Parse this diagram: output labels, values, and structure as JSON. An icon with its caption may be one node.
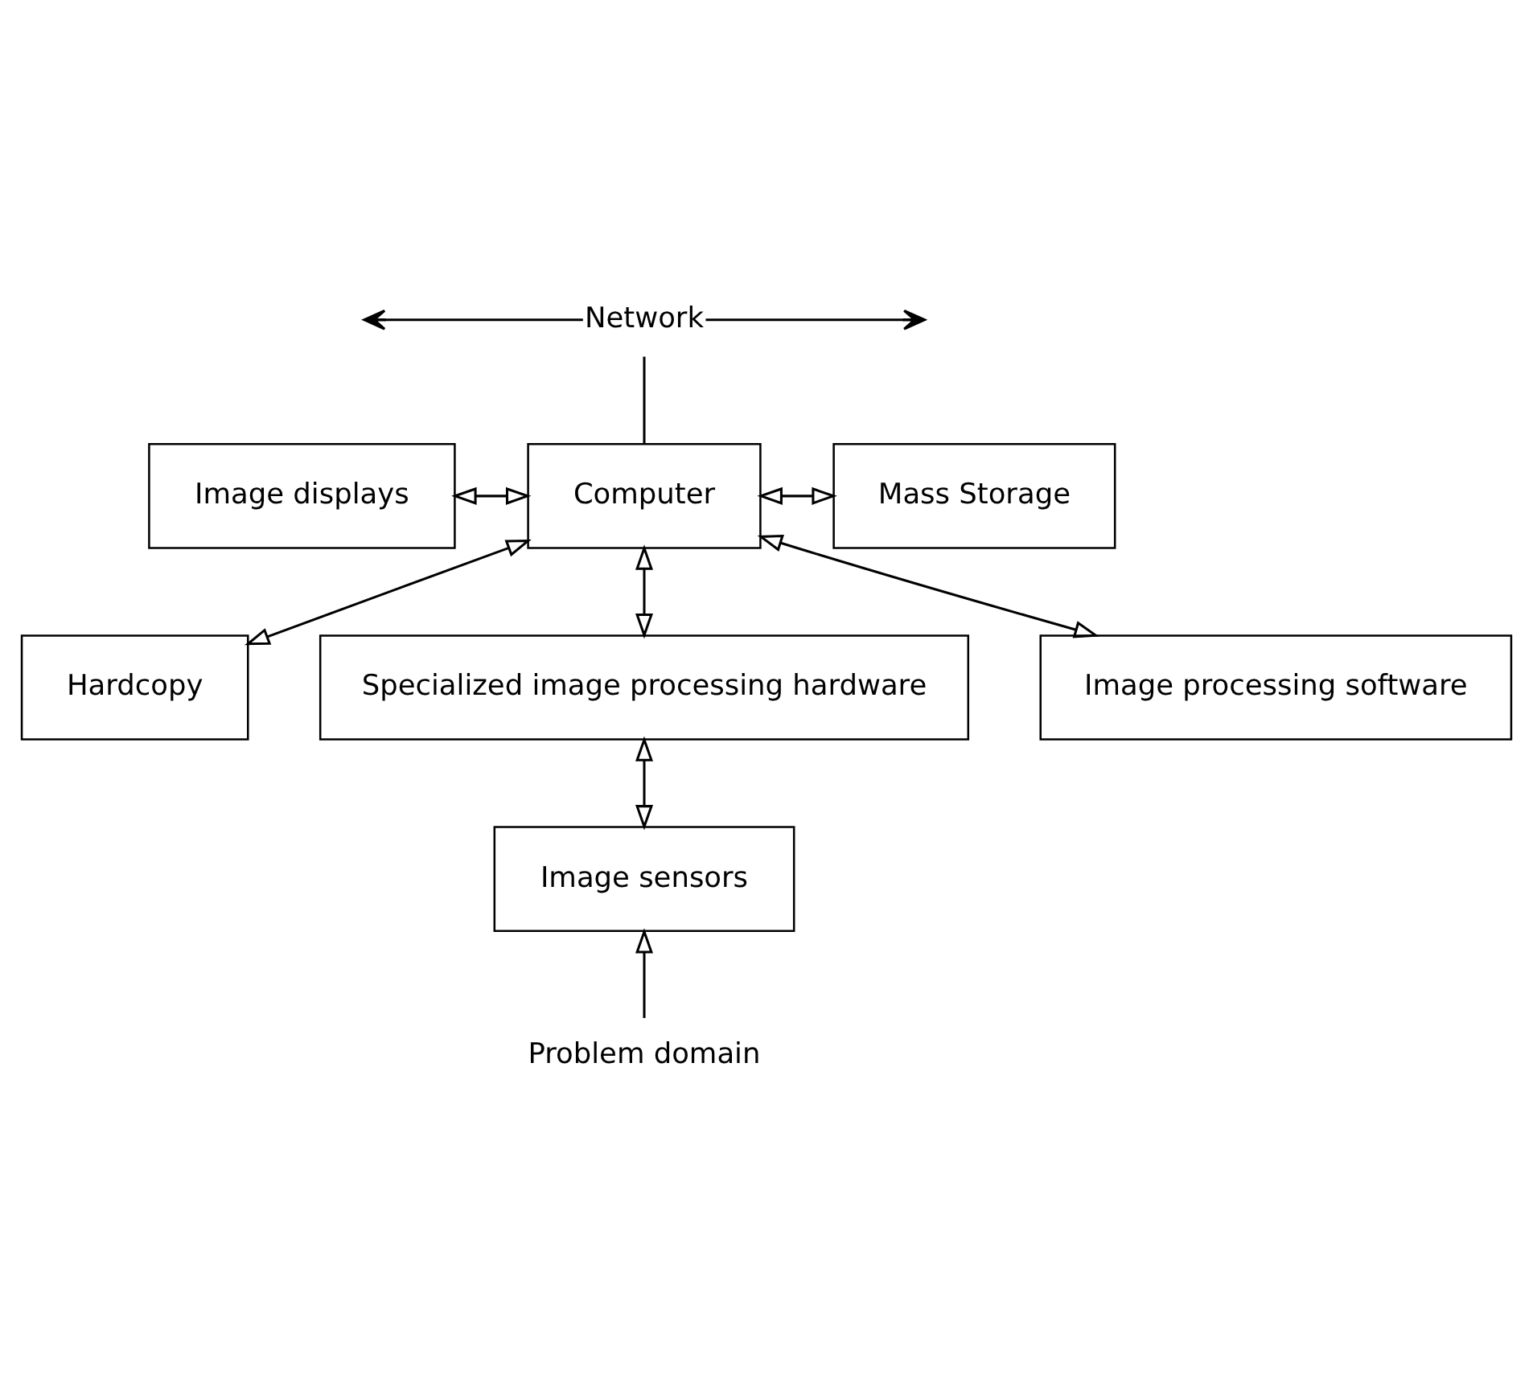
{
  "diagram": {
    "nodes": [
      {
        "text": [
          "Network"
        ]
      },
      {
        "text": [
          "Image displays"
        ]
      },
      {
        "text": [
          "Computer"
        ]
      },
      {
        "text": [
          "Mass Storage"
        ]
      },
      {
        "text": [
          "Hardcopy"
        ]
      },
      {
        "text": [
          "Specialized image processing hardware"
        ]
      },
      {
        "text": [
          "Image processing software"
        ]
      },
      {
        "text": [
          "Image sensors"
        ]
      },
      {
        "text": [
          "Problem domain"
        ]
      }
    ],
    "edges": [
      {
        "from": 0,
        "to": null,
        "arrow": "to"
      },
      {
        "from": 0,
        "to": null,
        "arrow": "to"
      },
      {
        "from": 2,
        "to": 0,
        "arrow": "none"
      },
      {
        "from": 2,
        "to": 1,
        "arrow": "both"
      },
      {
        "from": 2,
        "to": 3,
        "arrow": "both"
      },
      {
        "from": 2,
        "to": 4,
        "arrow": "both"
      },
      {
        "from": 2,
        "to": 5,
        "arrow": "both"
      },
      {
        "from": 2,
        "to": 6,
        "arrow": "both"
      },
      {
        "from": 5,
        "to": 7,
        "arrow": "both"
      },
      {
        "from": 8,
        "to": 7,
        "arrow": "to"
      }
    ]
  }
}
